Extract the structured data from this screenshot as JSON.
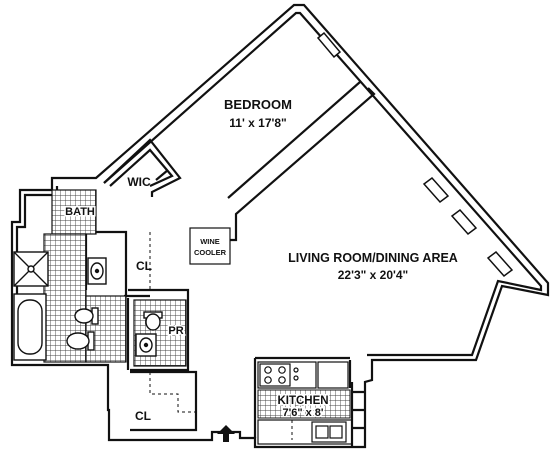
{
  "rooms": {
    "bedroom": {
      "name": "BEDROOM",
      "dims": "11' x 17'8\""
    },
    "living": {
      "name": "LIVING ROOM/DINING AREA",
      "dims": "22'3\" x 20'4\""
    },
    "kitchen": {
      "name": "KITCHEN",
      "dims": "7'6\" x 8'"
    },
    "bath": {
      "name": "BATH"
    },
    "wic": {
      "name": "WIC"
    },
    "powder": {
      "name": "PR"
    },
    "closet_upper": {
      "name": "CL"
    },
    "closet_lower": {
      "name": "CL"
    }
  },
  "fixtures": {
    "wine_cooler_line1": "WINE",
    "wine_cooler_line2": "COOLER"
  },
  "colors": {
    "line": "#111111",
    "tile": "#444444",
    "background": "#ffffff"
  },
  "icons": [
    "entry-arrow-icon",
    "stove-icon",
    "sink-icon",
    "toilet-icon",
    "bathtub-icon",
    "shower-icon"
  ]
}
